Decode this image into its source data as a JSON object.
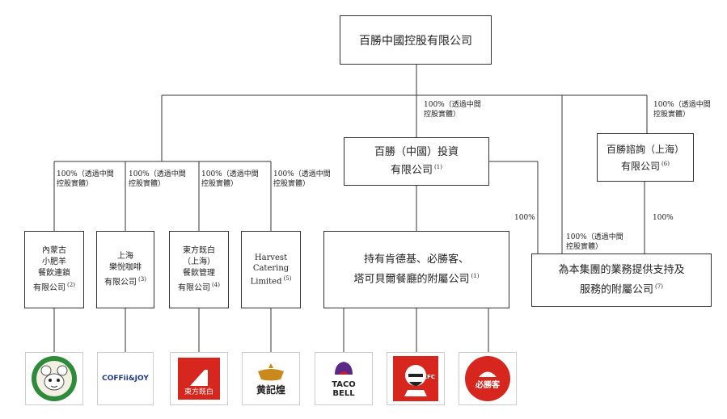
{
  "top": {
    "title": "百勝中國控股有限公司"
  },
  "invest": {
    "line1": "百勝（中國）投資",
    "line2": "有限公司",
    "note": "(1)"
  },
  "consult": {
    "line1": "百勝諮詢（上海）",
    "line2": "有限公司",
    "note": "(6)"
  },
  "subs": [
    {
      "lines": [
        "內蒙古",
        "小肥羊",
        "餐飲連鎖",
        "有限公司"
      ],
      "note": "(2)"
    },
    {
      "lines": [
        "上海",
        "樂悅咖啡",
        "有限公司"
      ],
      "note": "(3)"
    },
    {
      "lines": [
        "東方既白",
        "（上海）",
        "餐飲管理",
        "有限公司"
      ],
      "note": "(4)"
    },
    {
      "lines": [
        "Harvest",
        "Catering",
        "Limited"
      ],
      "note": "(5)"
    }
  ],
  "restaurants": {
    "line1": "持有肯德基、必勝客、",
    "line2": "塔可貝爾餐廳的附屬公司",
    "note": "(1)"
  },
  "services": {
    "line1": "為本集團的業務提供支持及",
    "line2": "服務的附屬公司",
    "note": "(7)"
  },
  "pct": {
    "line1": "100%（透過中間",
    "line2": "控股實體）",
    "plain": "100%"
  },
  "logos": {
    "coffii": "COFFii&JOY",
    "taco1": "TACO",
    "taco2": "BELL",
    "kfc": "KFC",
    "pizza": "必勝客",
    "east": "東方既白",
    "huang": "黄記煌"
  },
  "colors": {
    "red": "#d7261e",
    "green": "#2e8b3a",
    "purple": "#5b2a86",
    "line": "#333333"
  }
}
